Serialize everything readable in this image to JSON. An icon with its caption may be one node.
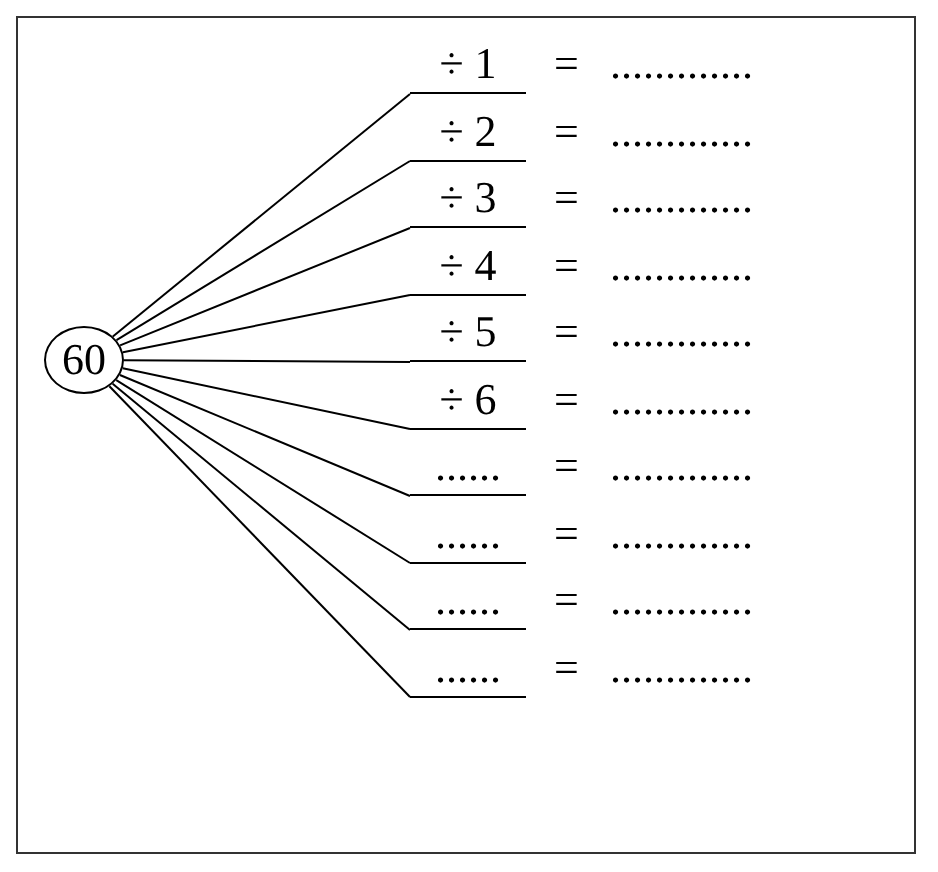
{
  "diagram": {
    "nodes": [
      {
        "text": [
          "60"
        ]
      },
      {
        "text": [
          "÷ 1"
        ],
        "beside": [
          "=",
          "............."
        ]
      },
      {
        "text": [
          "÷ 2"
        ],
        "beside": [
          "=",
          "............."
        ]
      },
      {
        "text": [
          "÷ 3"
        ],
        "beside": [
          "=",
          "............."
        ]
      },
      {
        "text": [
          "÷ 4"
        ],
        "beside": [
          "=",
          "............."
        ]
      },
      {
        "text": [
          "÷ 5"
        ],
        "beside": [
          "=",
          "............."
        ]
      },
      {
        "text": [
          "÷ 6"
        ],
        "beside": [
          "=",
          "............."
        ]
      },
      {
        "text": [
          "......"
        ],
        "beside": [
          "=",
          "............."
        ]
      },
      {
        "text": [
          "......"
        ],
        "beside": [
          "=",
          "............."
        ]
      },
      {
        "text": [
          "......"
        ],
        "beside": [
          "=",
          "............."
        ]
      },
      {
        "text": [
          "......"
        ],
        "beside": [
          "=",
          "............."
        ]
      }
    ],
    "edges": [
      {
        "from": 0,
        "to": 1,
        "arrow": "none"
      },
      {
        "from": 0,
        "to": 2,
        "arrow": "none"
      },
      {
        "from": 0,
        "to": 3,
        "arrow": "none"
      },
      {
        "from": 0,
        "to": 4,
        "arrow": "none"
      },
      {
        "from": 0,
        "to": 5,
        "arrow": "none"
      },
      {
        "from": 0,
        "to": 6,
        "arrow": "none"
      },
      {
        "from": 0,
        "to": 7,
        "arrow": "none"
      },
      {
        "from": 0,
        "to": 8,
        "arrow": "none"
      },
      {
        "from": 0,
        "to": 9,
        "arrow": "none"
      },
      {
        "from": 0,
        "to": 10,
        "arrow": "none"
      }
    ]
  }
}
